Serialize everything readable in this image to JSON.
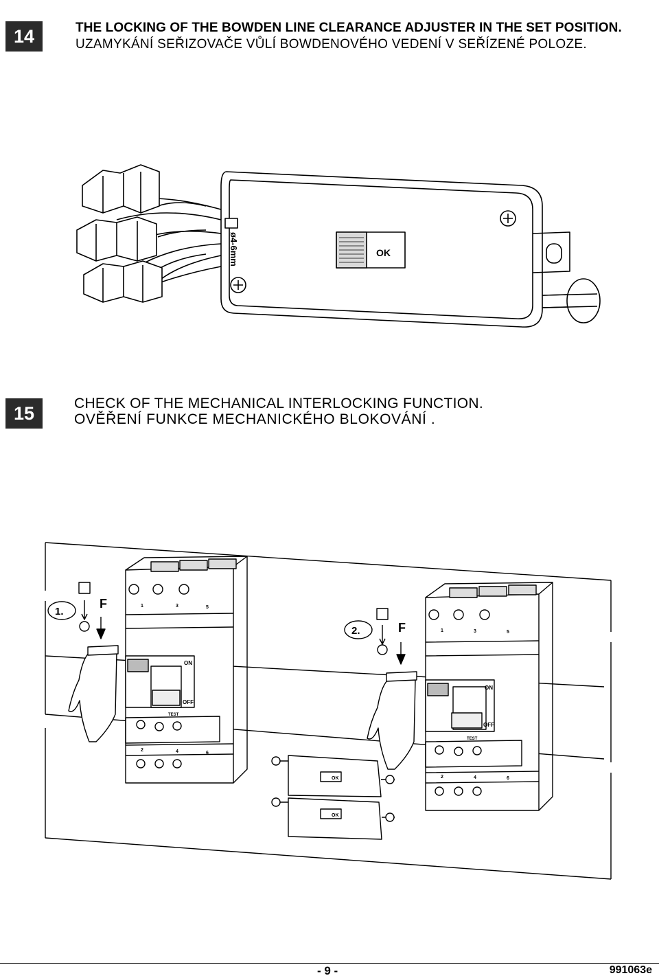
{
  "step14": {
    "number": "14",
    "title_en": "THE LOCKING OF THE BOWDEN LINE CLEARANCE ADJUSTER IN THE SET POSITION.",
    "title_cz": "UZAMYKÁNÍ SEŘIZOVAČE VŮLÍ BOWDENOVÉHO VEDENÍ V SEŘÍZENÉ POLOZE.",
    "figure": {
      "ok_label": "OK",
      "dimension_label": "ø4-6mm"
    }
  },
  "step15": {
    "number": "15",
    "title_en": "CHECK OF THE MECHANICAL INTERLOCKING FUNCTION.",
    "title_cz": "OVĚŘENÍ FUNKCE MECHANICKÉHO BLOKOVÁNÍ .",
    "figure": {
      "step1_label": "1.",
      "step2_label": "2.",
      "force_label": "F",
      "on_label": "ON",
      "off_label": "OFF",
      "test_label": "TEST",
      "ok_label": "OK",
      "terminal_top": [
        "1",
        "3",
        "5"
      ],
      "terminal_bottom": [
        "2",
        "4",
        "6"
      ]
    }
  },
  "footer": {
    "page_number": "- 9 -",
    "doc_code": "991063e"
  }
}
